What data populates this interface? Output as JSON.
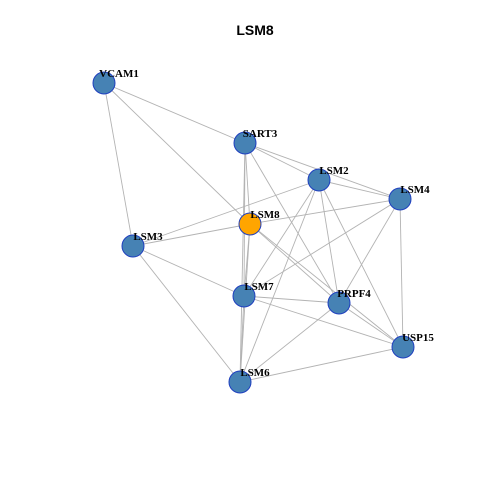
{
  "title": "LSM8",
  "colors": {
    "node_default": "#4682b4",
    "node_focus": "#ffa500",
    "node_border": "#1f3fbf",
    "edge": "#b3b3b3"
  },
  "nodes": [
    {
      "id": "VCAM1",
      "label": "VCAM1",
      "focus": false
    },
    {
      "id": "SART3",
      "label": "SART3",
      "focus": false
    },
    {
      "id": "LSM2",
      "label": "LSM2",
      "focus": false
    },
    {
      "id": "LSM4",
      "label": "LSM4",
      "focus": false
    },
    {
      "id": "LSM8",
      "label": "LSM8",
      "focus": true
    },
    {
      "id": "LSM3",
      "label": "LSM3",
      "focus": false
    },
    {
      "id": "LSM7",
      "label": "LSM7",
      "focus": false
    },
    {
      "id": "PRPF4",
      "label": "PRPF4",
      "focus": false
    },
    {
      "id": "USP15",
      "label": "USP15",
      "focus": false
    },
    {
      "id": "LSM6",
      "label": "LSM6",
      "focus": false
    }
  ],
  "edges": [
    [
      "VCAM1",
      "SART3"
    ],
    [
      "VCAM1",
      "LSM3"
    ],
    [
      "VCAM1",
      "LSM8"
    ],
    [
      "SART3",
      "LSM2"
    ],
    [
      "SART3",
      "LSM4"
    ],
    [
      "SART3",
      "LSM8"
    ],
    [
      "SART3",
      "LSM7"
    ],
    [
      "SART3",
      "LSM6"
    ],
    [
      "SART3",
      "PRPF4"
    ],
    [
      "LSM2",
      "LSM3"
    ],
    [
      "LSM2",
      "LSM4"
    ],
    [
      "LSM2",
      "LSM7"
    ],
    [
      "LSM2",
      "PRPF4"
    ],
    [
      "LSM2",
      "USP15"
    ],
    [
      "LSM2",
      "LSM6"
    ],
    [
      "LSM4",
      "LSM8"
    ],
    [
      "LSM4",
      "LSM7"
    ],
    [
      "LSM4",
      "PRPF4"
    ],
    [
      "LSM4",
      "USP15"
    ],
    [
      "LSM8",
      "LSM3"
    ],
    [
      "LSM8",
      "LSM7"
    ],
    [
      "LSM8",
      "PRPF4"
    ],
    [
      "LSM8",
      "USP15"
    ],
    [
      "LSM8",
      "LSM6"
    ],
    [
      "LSM3",
      "LSM7"
    ],
    [
      "LSM3",
      "LSM6"
    ],
    [
      "LSM7",
      "PRPF4"
    ],
    [
      "LSM7",
      "LSM6"
    ],
    [
      "LSM7",
      "USP15"
    ],
    [
      "PRPF4",
      "USP15"
    ],
    [
      "PRPF4",
      "LSM6"
    ],
    [
      "LSM6",
      "USP15"
    ]
  ]
}
